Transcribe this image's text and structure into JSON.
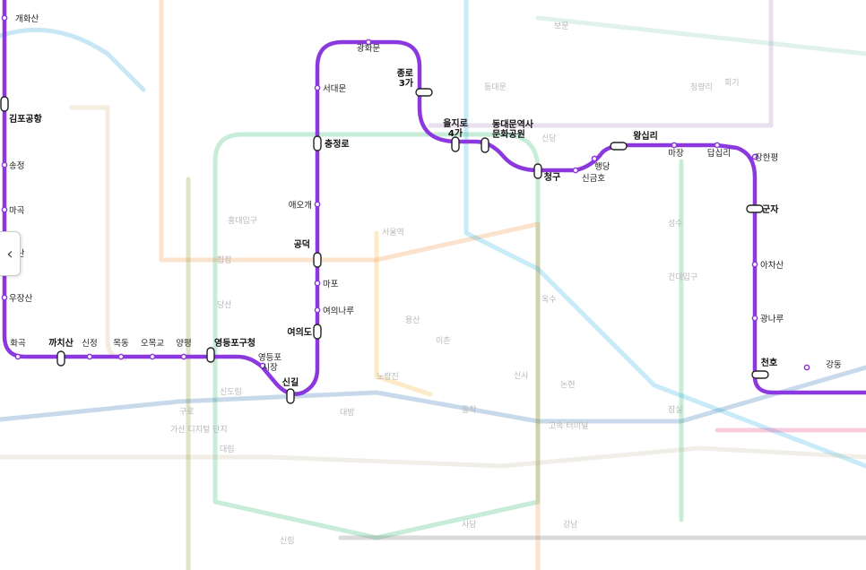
{
  "line": {
    "name": "",
    "color": "#8B38DE",
    "stations": [
      {
        "id": "gaehwasan",
        "name": "개화산",
        "type": "normal"
      },
      {
        "id": "gimpo",
        "name": "김포공항",
        "type": "transfer"
      },
      {
        "id": "songjeong",
        "name": "송정",
        "type": "normal"
      },
      {
        "id": "magok",
        "name": "마곡",
        "type": "normal"
      },
      {
        "id": "balsan",
        "name": "발산",
        "type": "normal"
      },
      {
        "id": "ujangsan",
        "name": "우장산",
        "type": "normal"
      },
      {
        "id": "hwagok",
        "name": "화곡",
        "type": "normal"
      },
      {
        "id": "kkachisan",
        "name": "까치산",
        "type": "transfer"
      },
      {
        "id": "sinjeong",
        "name": "신정",
        "type": "normal"
      },
      {
        "id": "mokdong",
        "name": "목동",
        "type": "normal"
      },
      {
        "id": "omokgyo",
        "name": "오목교",
        "type": "normal"
      },
      {
        "id": "yangpyeong",
        "name": "양평",
        "type": "normal"
      },
      {
        "id": "ydp_gu",
        "name": "영등포구청",
        "type": "transfer"
      },
      {
        "id": "ydp_market",
        "name": "영등포\n시장",
        "type": "normal"
      },
      {
        "id": "singil",
        "name": "신길",
        "type": "transfer"
      },
      {
        "id": "yeouido",
        "name": "여의도",
        "type": "transfer"
      },
      {
        "id": "yeouinaru",
        "name": "여의나루",
        "type": "normal"
      },
      {
        "id": "mapo",
        "name": "마포",
        "type": "normal"
      },
      {
        "id": "gongdeok",
        "name": "공덕",
        "type": "transfer"
      },
      {
        "id": "aeogae",
        "name": "애오개",
        "type": "normal"
      },
      {
        "id": "chungjeongno",
        "name": "충정로",
        "type": "transfer"
      },
      {
        "id": "seodaemun",
        "name": "서대문",
        "type": "normal"
      },
      {
        "id": "gwanghwamun",
        "name": "광화문",
        "type": "normal"
      },
      {
        "id": "jongno3",
        "name": "종로\n3가",
        "type": "transfer"
      },
      {
        "id": "euljiro4",
        "name": "을지로\n4가",
        "type": "transfer"
      },
      {
        "id": "ddp",
        "name": "동대문역사\n문화공원",
        "type": "transfer"
      },
      {
        "id": "cheonggu",
        "name": "청구",
        "type": "transfer"
      },
      {
        "id": "singeumho",
        "name": "신금호",
        "type": "normal"
      },
      {
        "id": "haengdang",
        "name": "행당",
        "type": "normal"
      },
      {
        "id": "wangsimni",
        "name": "왕십리",
        "type": "transfer"
      },
      {
        "id": "majang",
        "name": "마장",
        "type": "normal"
      },
      {
        "id": "dapsimni",
        "name": "답십리",
        "type": "normal"
      },
      {
        "id": "janghanpyeong",
        "name": "장한평",
        "type": "normal"
      },
      {
        "id": "gunja",
        "name": "군자",
        "type": "transfer"
      },
      {
        "id": "achasan",
        "name": "아차산",
        "type": "normal"
      },
      {
        "id": "gwangnaru",
        "name": "광나루",
        "type": "normal"
      },
      {
        "id": "cheonho",
        "name": "천호",
        "type": "transfer"
      },
      {
        "id": "gangdong",
        "name": "강동",
        "type": "normal"
      }
    ]
  },
  "background_labels": [
    {
      "id": "bg_hongdae",
      "name": "홍대입구"
    },
    {
      "id": "bg_seoulstation",
      "name": "서울역"
    },
    {
      "id": "bg_yongsan",
      "name": "용산"
    },
    {
      "id": "bg_noryangjin",
      "name": "노량진"
    },
    {
      "id": "bg_daebang",
      "name": "대방"
    },
    {
      "id": "bg_sindorim",
      "name": "신도림"
    },
    {
      "id": "bg_guro",
      "name": "구로"
    },
    {
      "id": "bg_dongdaemun",
      "name": "동대문"
    },
    {
      "id": "bg_sindang",
      "name": "신당"
    },
    {
      "id": "bg_express",
      "name": "고속\n터미널"
    },
    {
      "id": "bg_sinsa",
      "name": "신사"
    },
    {
      "id": "bg_nonhyeon",
      "name": "논현"
    },
    {
      "id": "bg_gangnam",
      "name": "강남"
    },
    {
      "id": "bg_jamsil",
      "name": "잠실"
    },
    {
      "id": "bg_seongsu",
      "name": "성수"
    },
    {
      "id": "bg_konkuk",
      "name": "건대입구"
    },
    {
      "id": "bg_sadang",
      "name": "사당"
    },
    {
      "id": "bg_gasan",
      "name": "가산\n디지털\n단지"
    },
    {
      "id": "bg_okdong",
      "name": "옥수"
    },
    {
      "id": "bg_ichon",
      "name": "이촌"
    },
    {
      "id": "bg_hapjeong",
      "name": "합정"
    },
    {
      "id": "bg_dangsan",
      "name": "당산"
    },
    {
      "id": "bg_dongjak",
      "name": "동작"
    },
    {
      "id": "bg_bomun",
      "name": "보문"
    },
    {
      "id": "bg_cheongnyangni",
      "name": "청량리"
    },
    {
      "id": "bg_hoegi",
      "name": "회기"
    },
    {
      "id": "bg_sillim",
      "name": "신림"
    },
    {
      "id": "bg_daerim",
      "name": "대림"
    }
  ],
  "ui": {
    "back_button_glyph": "‹"
  }
}
